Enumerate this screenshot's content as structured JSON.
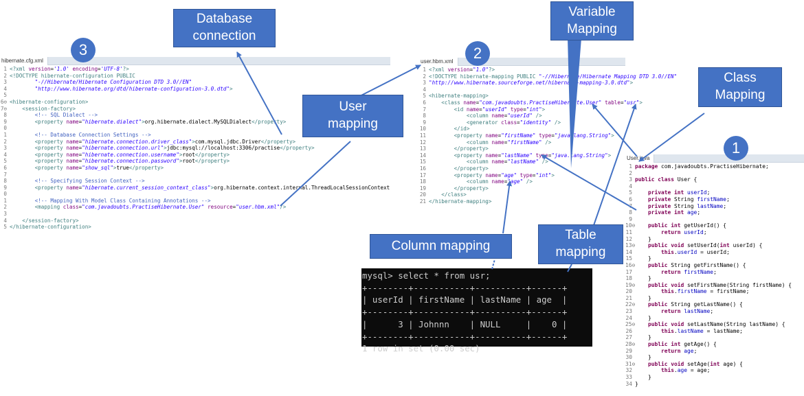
{
  "callouts": {
    "database_connection": "Database\nconnection",
    "variable_mapping": "Variable\nMapping",
    "class_mapping": "Class\nMapping",
    "user_mapping": "User\nmapping",
    "column_mapping": "Column mapping",
    "table_mapping": "Table\nmapping"
  },
  "numbers": {
    "cfg": "3",
    "hbm": "2",
    "java": "1"
  },
  "cfg_editor": {
    "tab": "hibernate.cfg.xml",
    "lines": [
      {
        "n": "1",
        "html": "<span class='tag'>&lt;?xml</span> <span class='attr'>version</span>=<span class='str'>'1.0'</span> <span class='attr'>encoding</span>=<span class='str'>'UTF-8'</span><span class='tag'>?&gt;</span>"
      },
      {
        "n": "2",
        "html": "<span class='tag'>&lt;!DOCTYPE hibernate-configuration PUBLIC</span>"
      },
      {
        "n": "3",
        "html": "        <span class='str'>\"-//Hibernate/Hibernate Configuration DTD 3.0//EN\"</span>"
      },
      {
        "n": "4",
        "html": "        <span class='str'>\"http://www.hibernate.org/dtd/hibernate-configuration-3.0.dtd\"</span><span class='tag'>&gt;</span>"
      },
      {
        "n": "5",
        "html": ""
      },
      {
        "n": "6⊖",
        "html": "<span class='tag'>&lt;hibernate-configuration&gt;</span>"
      },
      {
        "n": "7⊖",
        "html": "    <span class='tag'>&lt;session-factory&gt;</span>"
      },
      {
        "n": "8",
        "html": "        <span class='com'>&lt;!-- SQL Dialect --&gt;</span>"
      },
      {
        "n": "9",
        "html": "        <span class='tag'>&lt;property</span> <span class='attr'>name</span>=<span class='str'>\"hibernate.dialect\"</span><span class='tag'>&gt;</span>org.hibernate.dialect.MySQLDialect<span class='tag'>&lt;/property&gt;</span>"
      },
      {
        "n": "0",
        "html": ""
      },
      {
        "n": "1",
        "html": "        <span class='com'>&lt;!-- Database Connection Settings --&gt;</span>"
      },
      {
        "n": "2",
        "html": "        <span class='tag'>&lt;property</span> <span class='attr'>name</span>=<span class='str'>\"hibernate.connection.driver_class\"</span><span class='tag'>&gt;</span>com.mysql.jdbc.Driver<span class='tag'>&lt;/property&gt;</span>"
      },
      {
        "n": "3",
        "html": "        <span class='tag'>&lt;property</span> <span class='attr'>name</span>=<span class='str'>\"hibernate.connection.url\"</span><span class='tag'>&gt;</span>jdbc:mysql://localhost:3306/practise<span class='tag'>&lt;/property&gt;</span>"
      },
      {
        "n": "4",
        "html": "        <span class='tag'>&lt;property</span> <span class='attr'>name</span>=<span class='str'>\"hibernate.connection.username\"</span><span class='tag'>&gt;</span>root<span class='tag'>&lt;/property&gt;</span>"
      },
      {
        "n": "5",
        "html": "        <span class='tag'>&lt;property</span> <span class='attr'>name</span>=<span class='str'>\"hibernate.connection.password\"</span><span class='tag'>&gt;</span>root<span class='tag'>&lt;/property&gt;</span>"
      },
      {
        "n": "6",
        "html": "        <span class='tag'>&lt;property</span> <span class='attr'>name</span>=<span class='str'>\"show_sql\"</span><span class='tag'>&gt;</span>true<span class='tag'>&lt;/property&gt;</span>"
      },
      {
        "n": "7",
        "html": ""
      },
      {
        "n": "8",
        "html": "        <span class='com'>&lt;!-- Specifying Session Context --&gt;</span>"
      },
      {
        "n": "9",
        "html": "        <span class='tag'>&lt;property</span> <span class='attr'>name</span>=<span class='str'>\"hibernate.current_session_context_class\"</span><span class='tag'>&gt;</span>org.hibernate.context.internal.ThreadLocalSessionContext"
      },
      {
        "n": "0",
        "html": ""
      },
      {
        "n": "1",
        "html": "        <span class='com'>&lt;!-- Mapping With Model Class Containing Annotations --&gt;</span>"
      },
      {
        "n": "2",
        "html": "        <span class='tag'>&lt;mapping</span> <span class='attr'>class</span>=<span class='str'>\"com.javadoubts.PractiseHibernate.User\"</span> <span class='attr'>resource</span>=<span class='str'>\"user.hbm.xml\"</span><span class='tag'>/&gt;</span>"
      },
      {
        "n": "3",
        "html": ""
      },
      {
        "n": "4",
        "html": "    <span class='tag'>&lt;/session-factory&gt;</span>"
      },
      {
        "n": "5",
        "html": "<span class='tag'>&lt;/hibernate-configuration&gt;</span>"
      }
    ]
  },
  "hbm_editor": {
    "tab": "user.hbm.xml",
    "lines": [
      {
        "n": "1",
        "html": "<span class='tag'>&lt;?xml</span> <span class='attr'>version</span>=<span class='str'>\"1.0\"</span><span class='tag'>?&gt;</span>"
      },
      {
        "n": "2",
        "html": "<span class='tag'>&lt;!DOCTYPE hibernate-mapping PUBLIC</span> <span class='str'>\"-//Hibernate/Hibernate Mapping DTD 3.0//EN\"</span>"
      },
      {
        "n": "3",
        "html": "<span class='str'>\"http://www.hibernate.sourceforge.net/hibernate-mapping-3.0.dtd\"</span><span class='tag'>&gt;</span>"
      },
      {
        "n": "4",
        "html": ""
      },
      {
        "n": "5",
        "html": "<span class='tag'>&lt;hibernate-mapping&gt;</span>"
      },
      {
        "n": "6",
        "html": "    <span class='tag'>&lt;class</span> <span class='attr'>name</span>=<span class='str'>\"com.javadoubts.PractiseHibernate.User\"</span> <span class='attr'>table</span>=<span class='str'>\"usr\"</span><span class='tag'>&gt;</span>"
      },
      {
        "n": "7",
        "html": "        <span class='tag'>&lt;id</span> <span class='attr'>name</span>=<span class='str'>\"userId\"</span> <span class='attr'>type</span>=<span class='str'>\"int\"</span><span class='tag'>&gt;</span>"
      },
      {
        "n": "8",
        "html": "            <span class='tag'>&lt;column</span> <span class='attr'>name</span>=<span class='str'>\"userId\"</span> <span class='tag'>/&gt;</span>"
      },
      {
        "n": "9",
        "html": "            <span class='tag'>&lt;generator</span> <span class='attr'>class</span>=<span class='str'>\"identity\"</span> <span class='tag'>/&gt;</span>"
      },
      {
        "n": "10",
        "html": "        <span class='tag'>&lt;/id&gt;</span>"
      },
      {
        "n": "11",
        "html": "        <span class='tag'>&lt;property</span> <span class='attr'>name</span>=<span class='str'>\"firstName\"</span> <span class='attr'>type</span>=<span class='str'>\"java.lang.String\"</span><span class='tag'>&gt;</span>"
      },
      {
        "n": "12",
        "html": "            <span class='tag'>&lt;column</span> <span class='attr'>name</span>=<span class='str'>\"firstName\"</span> <span class='tag'>/&gt;</span>"
      },
      {
        "n": "13",
        "html": "        <span class='tag'>&lt;/property&gt;</span>"
      },
      {
        "n": "14",
        "html": "        <span class='tag'>&lt;property</span> <span class='attr'>name</span>=<span class='str'>\"lastName\"</span> <span class='attr'>type</span>=<span class='str'>\"java.lang.String\"</span><span class='tag'>&gt;</span>"
      },
      {
        "n": "15",
        "html": "            <span class='tag'>&lt;column</span> <span class='attr'>name</span>=<span class='str'>\"lastName\"</span> <span class='tag'>/&gt;</span>"
      },
      {
        "n": "16",
        "html": "        <span class='tag'>&lt;/property&gt;</span>"
      },
      {
        "n": "17",
        "html": "        <span class='tag'>&lt;property</span> <span class='attr'>name</span>=<span class='str'>\"age\"</span> <span class='attr'>type</span>=<span class='str'>\"int\"</span><span class='tag'>&gt;</span>"
      },
      {
        "n": "18",
        "html": "            <span class='tag'>&lt;column</span> <span class='attr'>name</span>=<span class='str'>\"age\"</span> <span class='tag'>/&gt;</span>"
      },
      {
        "n": "19",
        "html": "        <span class='tag'>&lt;/property&gt;</span>"
      },
      {
        "n": "20",
        "html": "    <span class='tag'>&lt;/class&gt;</span>"
      },
      {
        "n": "21",
        "html": "<span class='tag'>&lt;/hibernate-mapping&gt;</span>"
      }
    ]
  },
  "java_editor": {
    "tab": "User.java",
    "lines": [
      {
        "n": "1",
        "html": "<span class='kw'>package</span> com.javadoubts.PractiseHibernate;"
      },
      {
        "n": "2",
        "html": ""
      },
      {
        "n": "3",
        "html": "<span class='kw'>public class</span> User {"
      },
      {
        "n": "4",
        "html": ""
      },
      {
        "n": "5",
        "html": "    <span class='kw'>private int</span> <span class='fld'>userId</span>;"
      },
      {
        "n": "6",
        "html": "    <span class='kw'>private</span> String <span class='fld'>firstName</span>;"
      },
      {
        "n": "7",
        "html": "    <span class='kw'>private</span> String <span class='fld'>lastName</span>;"
      },
      {
        "n": "8",
        "html": "    <span class='kw'>private int</span> <span class='fld'>age</span>;"
      },
      {
        "n": "9",
        "html": ""
      },
      {
        "n": "10⊖",
        "html": "    <span class='kw'>public int</span> getUserId() {"
      },
      {
        "n": "11",
        "html": "        <span class='kw'>return</span> <span class='fld'>userId</span>;"
      },
      {
        "n": "12",
        "html": "    }"
      },
      {
        "n": "13⊖",
        "html": "    <span class='kw'>public void</span> setUserId(<span class='kw'>int</span> userId) {"
      },
      {
        "n": "14",
        "html": "        <span class='kw'>this</span>.<span class='fld'>userId</span> = userId;"
      },
      {
        "n": "15",
        "html": "    }"
      },
      {
        "n": "16⊖",
        "html": "    <span class='kw'>public</span> String getFirstName() {"
      },
      {
        "n": "17",
        "html": "        <span class='kw'>return</span> <span class='fld'>firstName</span>;"
      },
      {
        "n": "18",
        "html": "    }"
      },
      {
        "n": "19⊖",
        "html": "    <span class='kw'>public void</span> setFirstName(String firstName) {"
      },
      {
        "n": "20",
        "html": "        <span class='kw'>this</span>.<span class='fld'>firstName</span> = firstName;"
      },
      {
        "n": "21",
        "html": "    }"
      },
      {
        "n": "22⊖",
        "html": "    <span class='kw'>public</span> String getLastName() {"
      },
      {
        "n": "23",
        "html": "        <span class='kw'>return</span> <span class='fld'>lastName</span>;"
      },
      {
        "n": "24",
        "html": "    }"
      },
      {
        "n": "25⊖",
        "html": "    <span class='kw'>public void</span> setLastName(String lastName) {"
      },
      {
        "n": "26",
        "html": "        <span class='kw'>this</span>.<span class='fld'>lastName</span> = lastName;"
      },
      {
        "n": "27",
        "html": "    }"
      },
      {
        "n": "28⊖",
        "html": "    <span class='kw'>public int</span> getAge() {"
      },
      {
        "n": "29",
        "html": "        <span class='kw'>return</span> <span class='fld'>age</span>;"
      },
      {
        "n": "30",
        "html": "    }"
      },
      {
        "n": "31⊖",
        "html": "    <span class='kw'>public void</span> setAge(<span class='kw'>int</span> age) {"
      },
      {
        "n": "32",
        "html": "        <span class='kw'>this</span>.<span class='fld'>age</span> = age;"
      },
      {
        "n": "33",
        "html": "    }"
      },
      {
        "n": "34",
        "html": "}"
      }
    ]
  },
  "terminal": {
    "lines": [
      "mysql> select * from usr;",
      "+--------+-----------+----------+------+",
      "| userId | firstName | lastName | age  |",
      "+--------+-----------+----------+------+",
      "|      3 | Johnnn    | NULL     |    0 |",
      "+--------+-----------+----------+------+",
      "1 row in set (0.00 sec)"
    ]
  },
  "colors": {
    "callout_fill": "#4472c4",
    "arrow": "#4472c4",
    "terminal_bg": "#0c0c0c"
  }
}
